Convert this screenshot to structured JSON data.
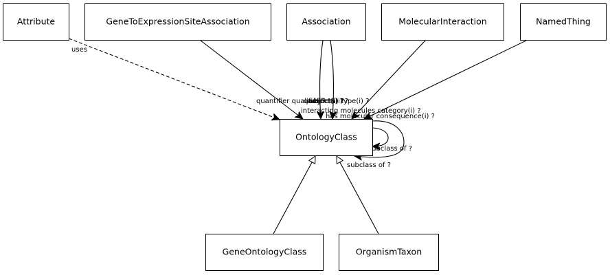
{
  "diagram": {
    "nodes": {
      "attribute": "Attribute",
      "gene_to_expression_site_association": "GeneToExpressionSiteAssociation",
      "association": "Association",
      "molecular_interaction": "MolecularInteraction",
      "named_thing": "NamedThing",
      "ontology_class": "OntologyClass",
      "gene_ontology_class": "GeneOntologyClass",
      "organism_taxon": "OrganismTaxon"
    },
    "edge_labels": {
      "uses": "uses",
      "quantifier_qualifier": "quantifier qualifier ?",
      "association_overlap_1": "qualifiers(i) ?",
      "association_overlap_2": "subject(i) ?",
      "association_overlap_3": "object(i) ?",
      "association_overlap_4": "type(i) ?",
      "interacting_molecules_category": "interacting molecules category(i) ?",
      "has_molecular_consequence": "has molecular consequence(i) ?",
      "subclass_of_1": "subclass of ?",
      "subclass_of_2": "subclass of ?"
    }
  }
}
